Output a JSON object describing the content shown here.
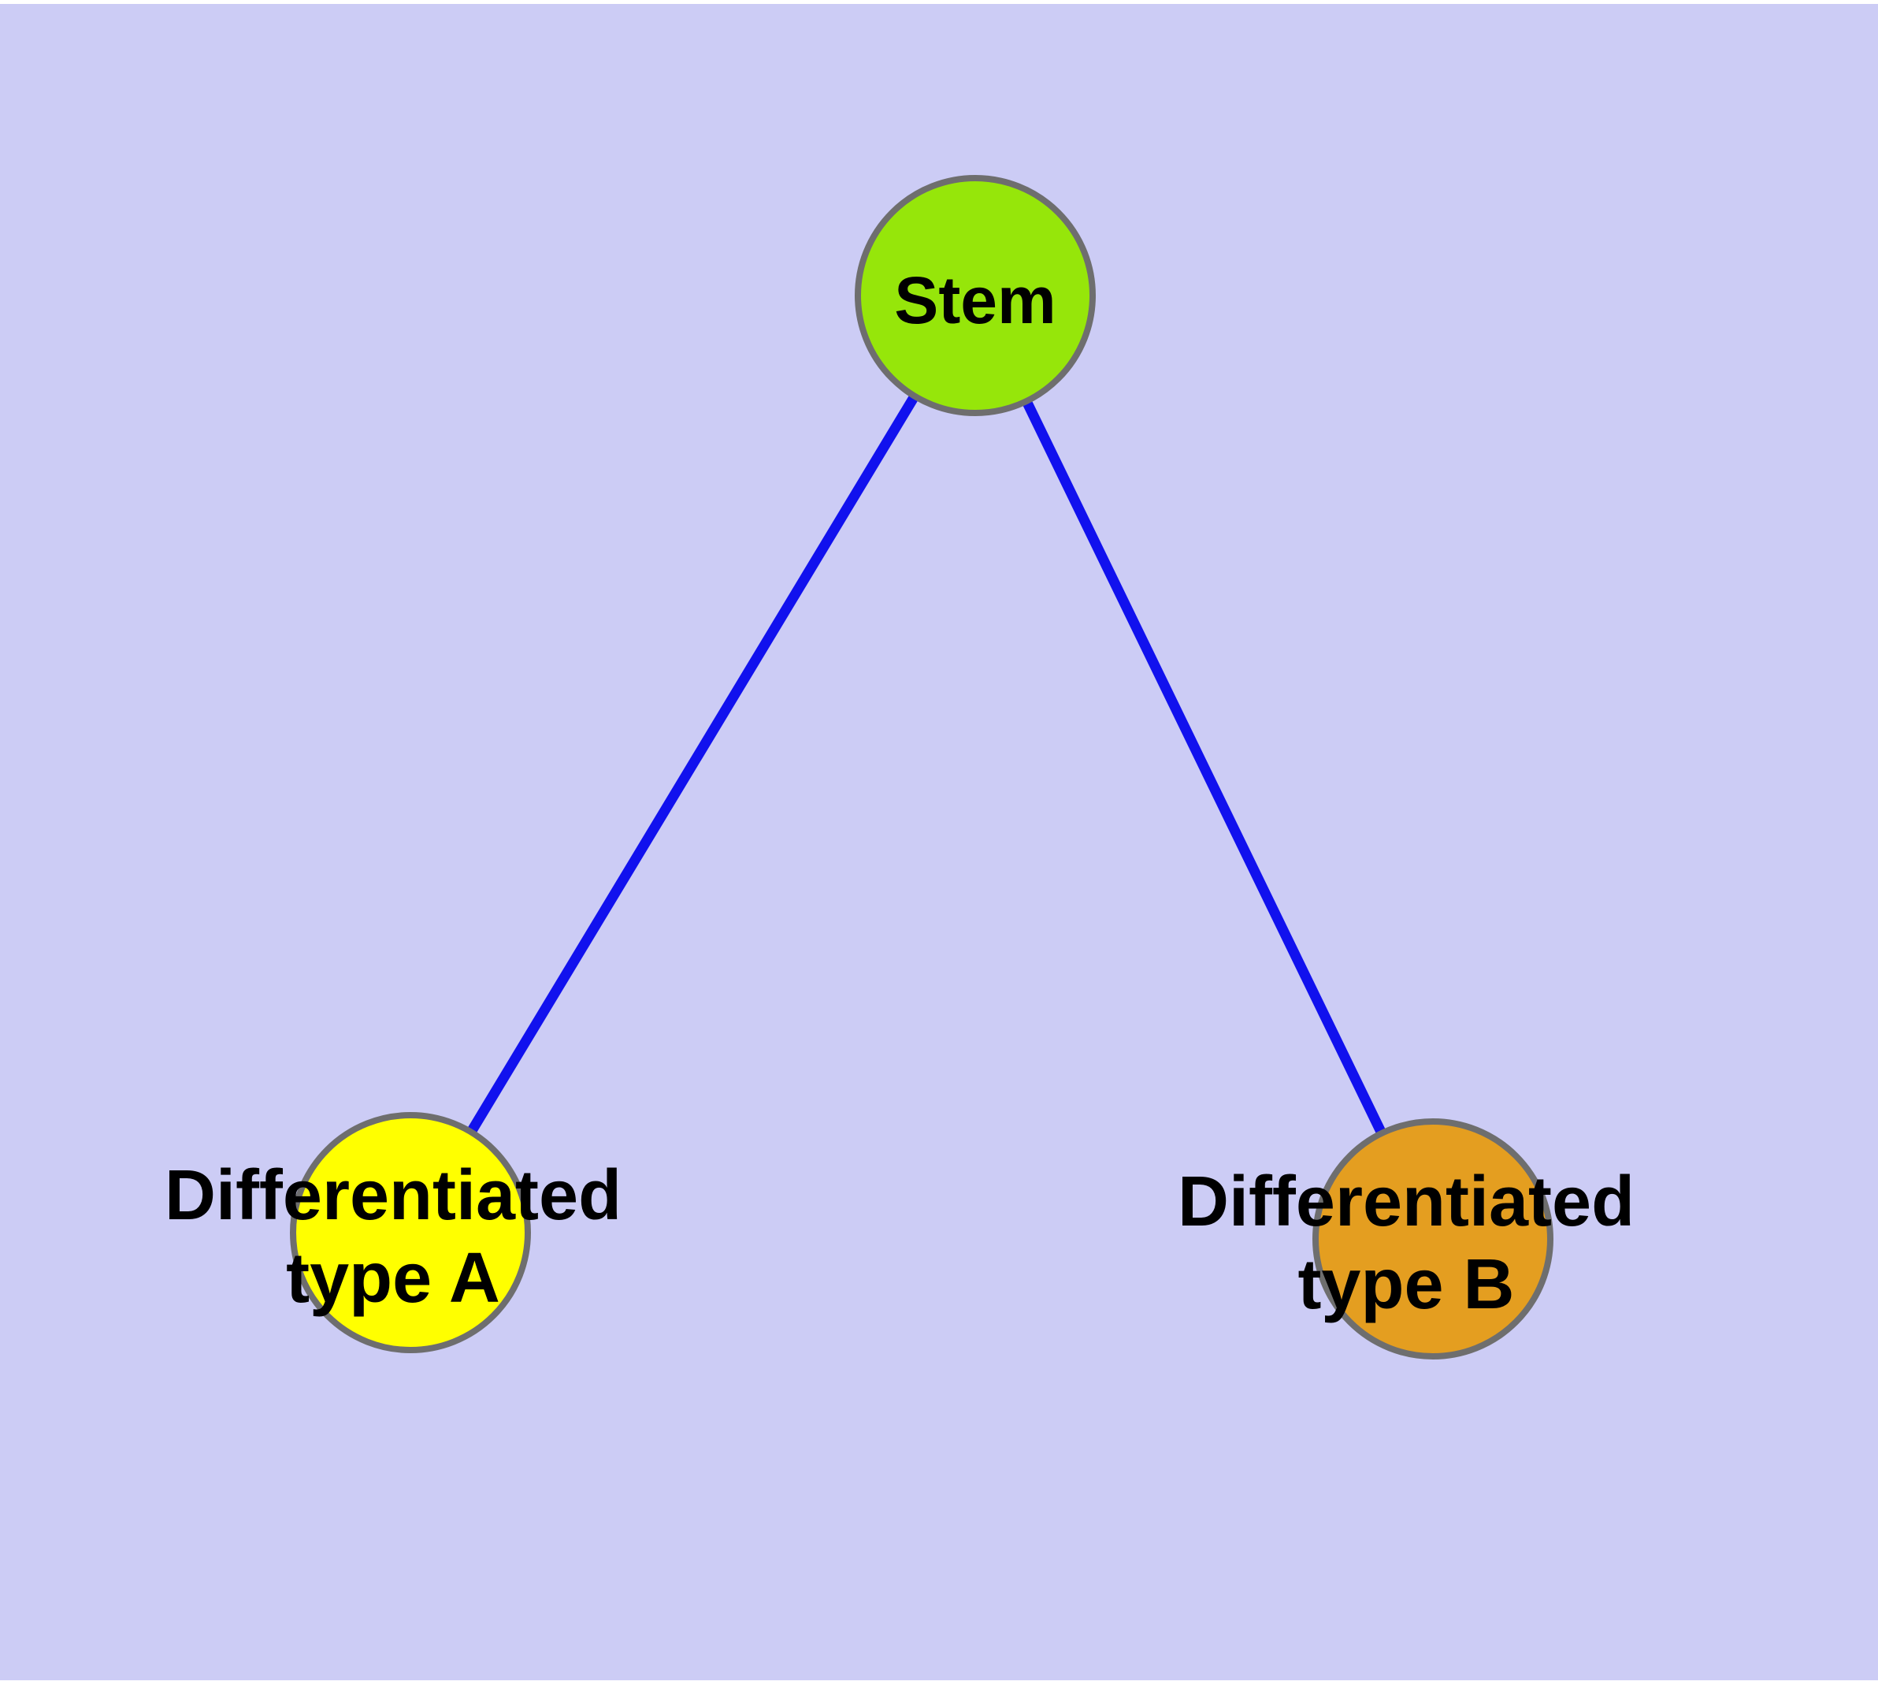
{
  "diagram": {
    "type": "graph",
    "description": "Cell differentiation tree: a stem node connected by two edges to two differentiated cell type nodes",
    "colors": {
      "background": "#ccccf5",
      "page_margin": "#ffffff",
      "edge": "#1111ee",
      "node_border": "#6e6e6e",
      "label_text": "#000000"
    },
    "nodes": [
      {
        "id": "stem",
        "label": "Stem",
        "color": "#96e60a"
      },
      {
        "id": "type-a",
        "label": "Differentiated\ntype A",
        "color": "#ffff00"
      },
      {
        "id": "type-b",
        "label": "Differentiated\ntype B",
        "color": "#e49e20"
      }
    ],
    "edges": [
      {
        "from": "stem",
        "to": "type-a"
      },
      {
        "from": "stem",
        "to": "type-b"
      }
    ]
  }
}
